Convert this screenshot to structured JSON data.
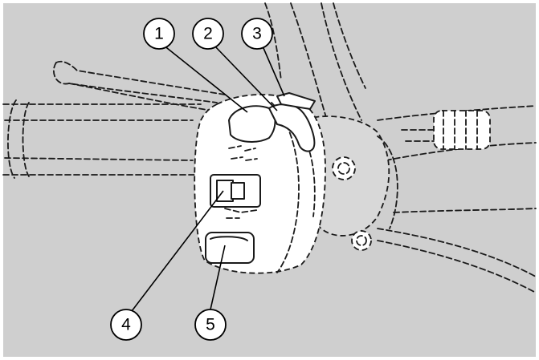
{
  "colors": {
    "background": "#cfcfcf",
    "frame": "#ffffff",
    "line": "#1a1a1a"
  },
  "callouts": [
    {
      "id": "1",
      "label": "1"
    },
    {
      "id": "2",
      "label": "2"
    },
    {
      "id": "3",
      "label": "3"
    },
    {
      "id": "4",
      "label": "4"
    },
    {
      "id": "5",
      "label": "5"
    }
  ]
}
